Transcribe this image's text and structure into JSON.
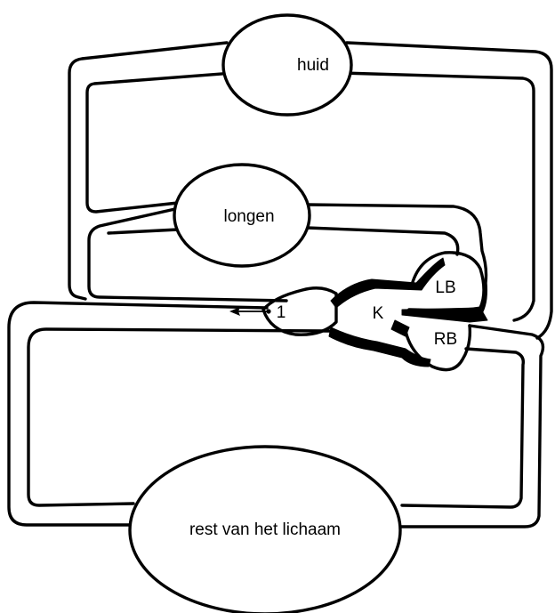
{
  "labels": {
    "skin": "huid",
    "lungs": "longen",
    "left_atrium": "LB",
    "heart": "K",
    "right_atrium": "RB",
    "marker": "1",
    "body": "rest van het lichaam"
  }
}
